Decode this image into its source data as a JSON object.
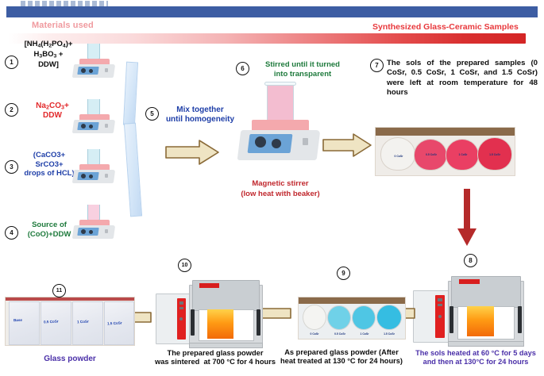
{
  "document": {
    "headers": {
      "materials_used": "Materials used",
      "synthesized": "Synthesized Glass-Ceramic Samples"
    }
  },
  "steps": [
    {
      "number": "1",
      "label_html": "[NH<sub>4</sub>(H<sub>2</sub>PO<sub>4</sub>)+<br>H<sub>3</sub>BO<sub>3</sub> +<br>DDW]",
      "label_text": "[NH4(H2PO4)+ H3BO3 + DDW]",
      "color": "#0d0d0d",
      "icon": "hotplate-stirrer-icon"
    },
    {
      "number": "2",
      "label_html": "Na<sub>2</sub>CO<sub>3</sub>+<br>DDW",
      "label_text": "Na2CO3+ DDW",
      "color": "#e2292b",
      "icon": "hotplate-stirrer-icon"
    },
    {
      "number": "3",
      "label_html": "(CaCO3+<br>SrCO3+<br>drops of HCL)",
      "label_text": "(CaCO3+ SrCO3+ drops of HCL)",
      "color": "#1f3fa8",
      "icon": "hotplate-stirrer-icon"
    },
    {
      "number": "4",
      "label_html": "Source of<br>(CoO)+DDW",
      "label_text": "Source of (CoO)+DDW",
      "color": "#1e7a3c",
      "icon": "hotplate-stirrer-icon"
    },
    {
      "number": "5",
      "label_html": "Mix together<br>until homogeneity",
      "label_text": "Mix together until homogeneity",
      "color": "#1f3fa8",
      "icon": "funnel-shape"
    },
    {
      "number": "6",
      "label_html": "Stirred until it turned<br>into transparent",
      "label_text": "Stirred until it turned into transparent",
      "color": "#1e7a3c",
      "icon": "magnetic-stirrer-icon"
    },
    {
      "number": "7",
      "label_html": "The sols of the prepared samples (0 CoSr, 0.5 CoSr, 1 CoSr, and 1.5 CoSr) were left at room temperature for 48 hours",
      "label_text": "The sols of the prepared samples (0 CoSr, 0.5 CoSr, 1 CoSr, and 1.5 CoSr) were left at room temperature for 48 hours",
      "color": "#0d0d0d",
      "icon": "beakers-photo"
    },
    {
      "number": "8",
      "label_html": "The sols heated at 60 &deg;C for 5 days<br>and then at 130&deg;C for 24 hours",
      "label_text": "The sols heated at 60 °C for 5 days and then at 130°C for 24 hours",
      "color": "#4a2fa8",
      "icon": "furnace-icon"
    },
    {
      "number": "9",
      "label_html": "As prepared glass powder (After<br>heat treated at 130 &deg;C for 24 hours)",
      "label_text": "As prepared glass powder (After heat treated at 130 °C for 24 hours)",
      "color": "#0d0d0d",
      "icon": "dishes-photo"
    },
    {
      "number": "10",
      "label_html": "The prepared glass powder<br>was sintered&nbsp; at 700 &deg;C for 4 hours",
      "label_text": "The prepared glass powder was sintered at 700 °C for 4 hours",
      "color": "#0d0d0d",
      "icon": "furnace-icon"
    },
    {
      "number": "11",
      "label_html": "Glass powder",
      "label_text": "Glass powder",
      "color": "#4a2fa8",
      "icon": "bags-photo"
    }
  ],
  "captions": {
    "magnetic_stirrer": "Magnetic stirrer",
    "magnetic_stirrer_sub": "(low heat with beaker)"
  },
  "sample_labels": {
    "beakers": [
      "0 CoSr",
      "0.5 CoSr",
      "1 CoSr",
      "1.5 CoSr"
    ],
    "dishes": [
      "0 CoSr",
      "0.5 CoSr",
      "1 CoSr",
      "1.5 CoSr"
    ],
    "bags": [
      "Base",
      "0.5 CoSr",
      "1 CoSr",
      "1.5 CoSr"
    ]
  },
  "colors": {
    "top_bar": "#3d5da3",
    "materials_pink": "#f09a9f",
    "synth_red": "#e8383c",
    "arrow_fill": "#efe4c3",
    "arrow_stroke": "#8a6a37",
    "red_arrow": "#b52a2a",
    "blue_text": "#1f3fa8",
    "green_text": "#1e7a3c",
    "purple_text": "#4a2fa8"
  }
}
